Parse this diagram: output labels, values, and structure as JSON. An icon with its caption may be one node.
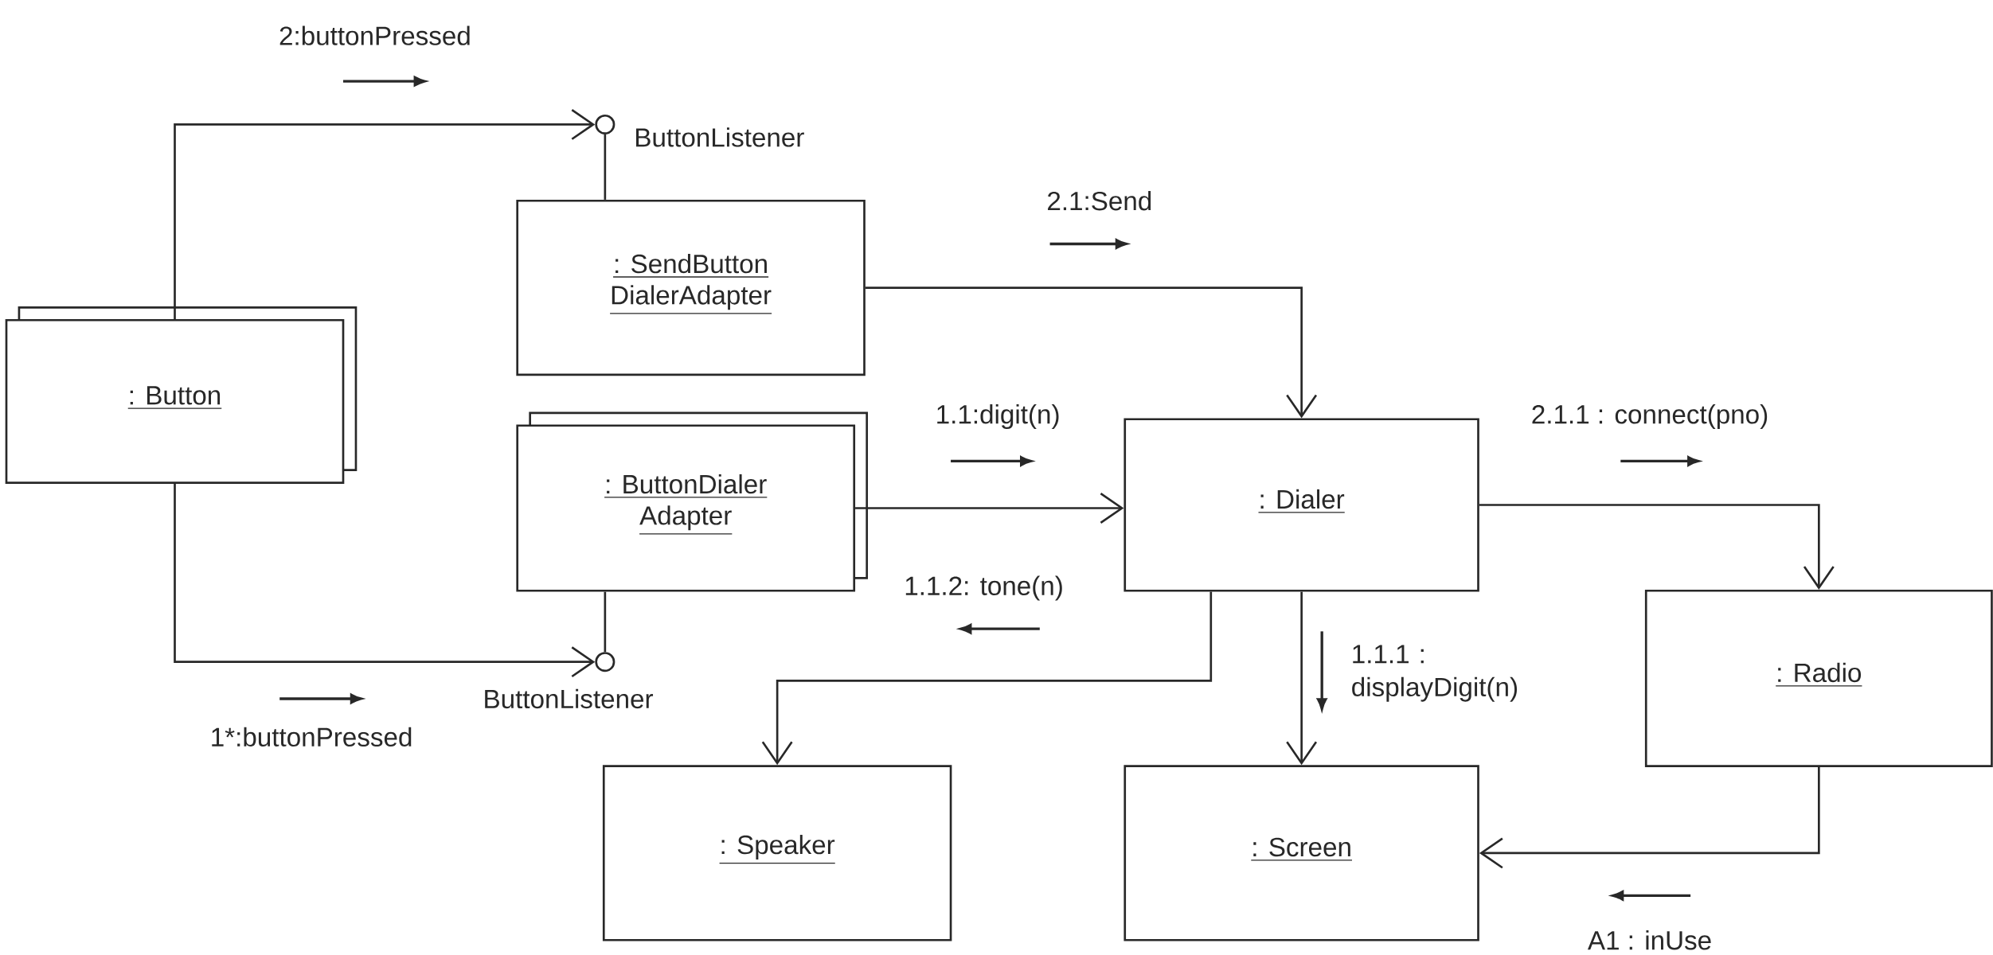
{
  "diagram": {
    "nodes": [
      {
        "text": [
          ": Button"
        ]
      },
      {
        "text": [
          ": SendButton DialerAdapter"
        ]
      },
      {
        "text": [
          ": ButtonDialer Adapter"
        ]
      },
      {
        "text": [
          ": Dialer"
        ]
      },
      {
        "text": [
          ": Radio"
        ]
      },
      {
        "text": [
          ": Speaker"
        ]
      },
      {
        "text": [
          ": Screen"
        ]
      },
      {
        "text": [],
        "shape": "circle",
        "beside": [
          "ButtonListener"
        ]
      },
      {
        "text": [],
        "shape": "circle",
        "beside": [
          "ButtonListener"
        ]
      }
    ],
    "edges": [
      {
        "from": 0,
        "to": 7,
        "arrow": "to",
        "label": "2:buttonPressed"
      },
      {
        "from": 7,
        "to": 1,
        "arrow": "none"
      },
      {
        "from": 0,
        "to": 8,
        "arrow": "to",
        "label": "1*:buttonPressed"
      },
      {
        "from": 8,
        "to": 2,
        "arrow": "none"
      },
      {
        "from": 1,
        "to": 3,
        "arrow": "to",
        "label": "2.1:Send"
      },
      {
        "from": 2,
        "to": 3,
        "arrow": "to",
        "label": "1.1:digit(n)"
      },
      {
        "from": 3,
        "to": 4,
        "arrow": "to",
        "label": "2.1.1 : connect(pno)"
      },
      {
        "from": 3,
        "to": 5,
        "arrow": "to",
        "label": "1.1.2: tone(n)"
      },
      {
        "from": 3,
        "to": 6,
        "arrow": "to",
        "label": "1.1.1 : displayDigit(n)"
      },
      {
        "from": 4,
        "to": 6,
        "arrow": "to",
        "label": "A1 : inUse"
      }
    ]
  }
}
